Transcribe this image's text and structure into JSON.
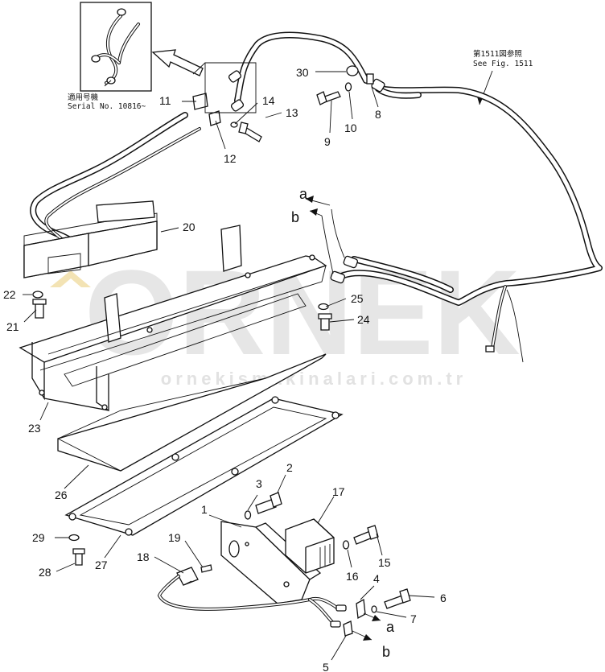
{
  "inset_note": {
    "japanese": "適用号機",
    "serial": "Serial No. 10816~"
  },
  "reference_note": {
    "japanese": "第1511図参照",
    "english": "See Fig. 1511"
  },
  "watermark": {
    "logo": "ORNEK",
    "url": "ornekismakinalari.com.tr"
  },
  "part_numbers": {
    "p1": "1",
    "p2": "2",
    "p3": "3",
    "p4": "4",
    "p5": "5",
    "p6": "6",
    "p7": "7",
    "p8": "8",
    "p9": "9",
    "p10": "10",
    "p11": "11",
    "p12": "12",
    "p13": "13",
    "p14": "14",
    "p15": "15",
    "p16": "16",
    "p17": "17",
    "p18": "18",
    "p19": "19",
    "p20": "20",
    "p21": "21",
    "p22": "22",
    "p23": "23",
    "p24": "24",
    "p25": "25",
    "p26": "26",
    "p27": "27",
    "p28": "28",
    "p29": "29",
    "p30": "30"
  },
  "connection_labels": {
    "a": "a",
    "b": "b"
  }
}
